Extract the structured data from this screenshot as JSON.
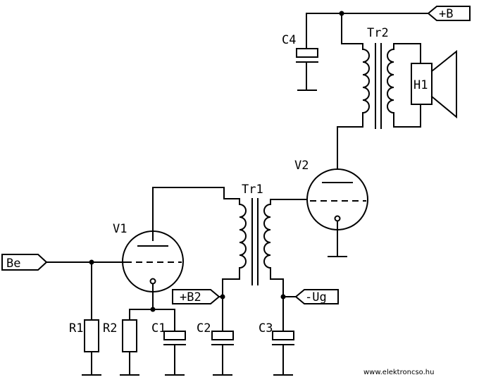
{
  "labels": {
    "plus_b": "+B",
    "tr2": "Tr2",
    "c4": "C4",
    "h1": "H1",
    "v2": "V2",
    "tr1": "Tr1",
    "v1": "V1",
    "be": "Be",
    "plus_b2": "+B2",
    "minus_ug": "-Ug",
    "r1": "R1",
    "r2": "R2",
    "c1": "C1",
    "c2": "C2",
    "c3": "C3"
  },
  "watermark": "www.elektroncso.hu"
}
